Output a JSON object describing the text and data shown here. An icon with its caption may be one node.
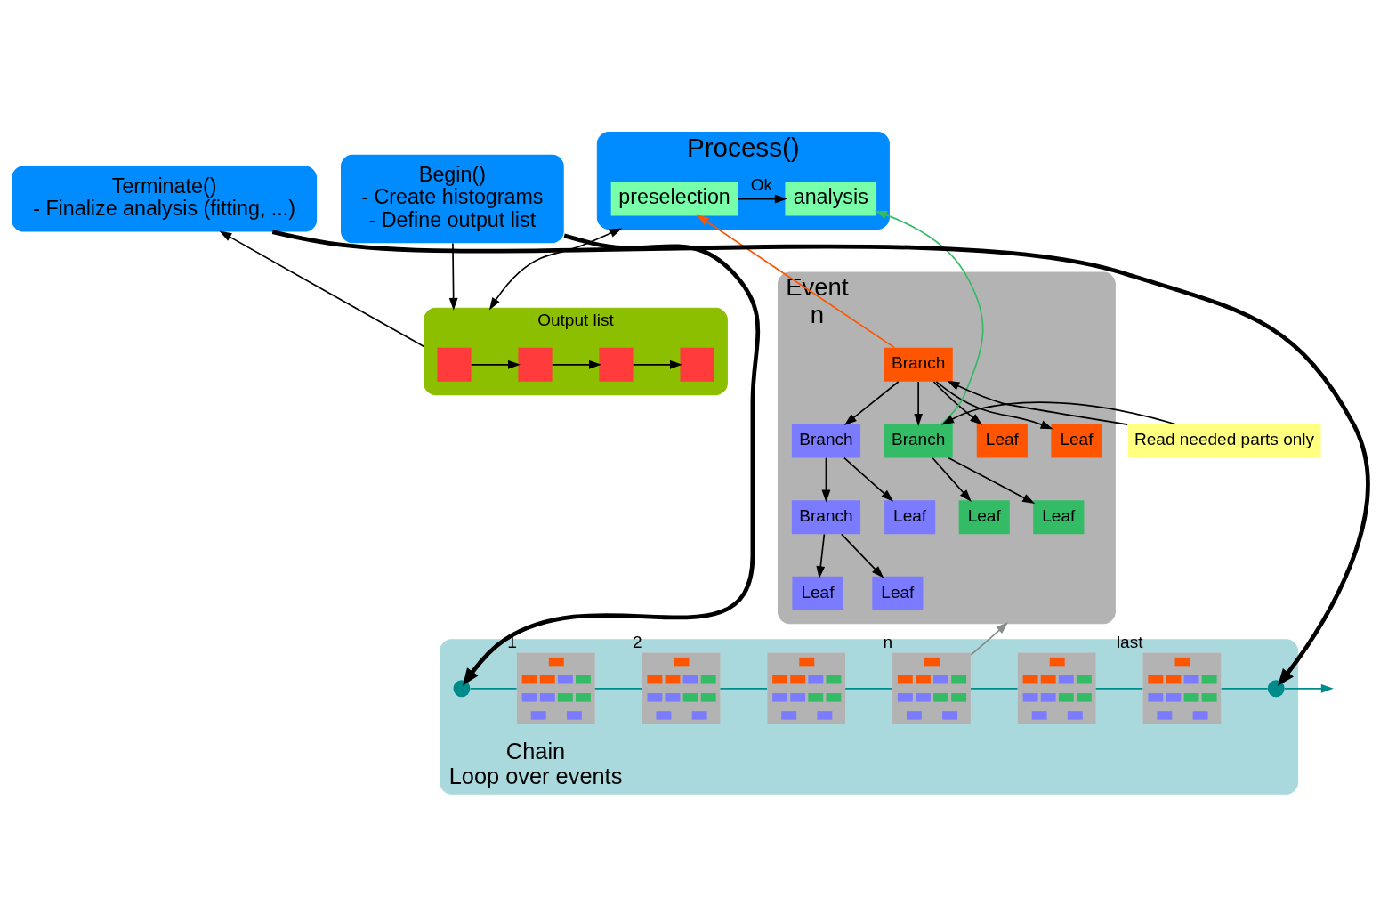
{
  "diagram": {
    "nodes": [
      {
        "text": [
          "Output list"
        ]
      },
      {
        "text": [],
        "shape": "box",
        "in": 0
      },
      {
        "text": [],
        "shape": "box",
        "in": 0
      },
      {
        "text": [],
        "shape": "box",
        "in": 0
      },
      {
        "text": [],
        "shape": "box",
        "in": 0
      },
      {
        "text": [
          "Begin()",
          "- Create histograms",
          "- Define output list"
        ]
      },
      {
        "text": [
          "Process()"
        ]
      },
      {
        "text": [
          "preselection"
        ],
        "in": 6
      },
      {
        "text": [
          "analysis"
        ],
        "in": 6
      },
      {
        "text": [
          "Terminate()",
          "- Finalize analysis (fitting, ...)"
        ]
      },
      {
        "text": [
          "Event",
          "n"
        ]
      },
      {
        "text": [
          "Branch"
        ],
        "in": 10
      },
      {
        "text": [
          "Leaf"
        ],
        "in": 10
      },
      {
        "text": [
          "Leaf"
        ],
        "in": 10
      },
      {
        "text": [
          "Branch"
        ],
        "in": 10
      },
      {
        "text": [
          "Branch"
        ],
        "in": 10
      },
      {
        "text": [
          "Branch"
        ],
        "in": 10
      },
      {
        "text": [
          "Leaf"
        ],
        "in": 10
      },
      {
        "text": [
          "Leaf"
        ],
        "in": 10
      },
      {
        "text": [
          "Leaf"
        ],
        "in": 10
      },
      {
        "text": [
          "Leaf"
        ],
        "in": 10
      },
      {
        "text": [
          "Leaf"
        ],
        "in": 10
      },
      {
        "text": [
          "Read needed parts only"
        ]
      },
      {
        "text": [
          "Chain",
          "Loop over events"
        ]
      },
      {
        "text": [],
        "shape": "circle",
        "in": 23
      },
      {
        "text": [],
        "shape": "picture",
        "in": 23,
        "beside": [
          "1"
        ]
      },
      {
        "text": [],
        "shape": "picture",
        "in": 23,
        "beside": [
          "2"
        ]
      },
      {
        "text": [],
        "shape": "picture",
        "in": 23
      },
      {
        "text": [],
        "shape": "picture",
        "in": 23,
        "beside": [
          "n"
        ]
      },
      {
        "text": [],
        "shape": "picture",
        "in": 23
      },
      {
        "text": [],
        "shape": "picture",
        "in": 23,
        "beside": [
          "last"
        ]
      },
      {
        "text": [],
        "shape": "circle",
        "in": 23
      }
    ],
    "edges": [
      {
        "from": 1,
        "to": 2,
        "arrow": "to"
      },
      {
        "from": 2,
        "to": 3,
        "arrow": "to"
      },
      {
        "from": 3,
        "to": 4,
        "arrow": "to"
      },
      {
        "from": 5,
        "to": 0,
        "arrow": "to"
      },
      {
        "from": 0,
        "to": 9,
        "arrow": "to"
      },
      {
        "from": 0,
        "to": 6,
        "arrow": "both"
      },
      {
        "from": 7,
        "to": 8,
        "label": "Ok",
        "arrow": "to"
      },
      {
        "from": 11,
        "to": 7,
        "arrow": "to",
        "color": "#ff5500"
      },
      {
        "from": 15,
        "to": 8,
        "arrow": "to",
        "color": "#33bb66"
      },
      {
        "from": 22,
        "to": 11,
        "arrow": "to"
      },
      {
        "from": 22,
        "to": 15,
        "arrow": "to"
      },
      {
        "from": 11,
        "to": 12,
        "arrow": "to"
      },
      {
        "from": 11,
        "to": 13,
        "arrow": "to"
      },
      {
        "from": 11,
        "to": 14,
        "arrow": "to"
      },
      {
        "from": 11,
        "to": 15,
        "arrow": "to"
      },
      {
        "from": 14,
        "to": 16,
        "arrow": "to"
      },
      {
        "from": 14,
        "to": 17,
        "arrow": "to"
      },
      {
        "from": 15,
        "to": 18,
        "arrow": "to"
      },
      {
        "from": 15,
        "to": 19,
        "arrow": "to"
      },
      {
        "from": 16,
        "to": 20,
        "arrow": "to"
      },
      {
        "from": 16,
        "to": 21,
        "arrow": "to"
      },
      {
        "from": 28,
        "to": 10,
        "arrow": "to",
        "color": "#888c8c"
      },
      {
        "from": 5,
        "to": 24,
        "arrow": "to",
        "style": "thick"
      },
      {
        "from": 9,
        "to": 31,
        "arrow": "to",
        "style": "thick"
      },
      {
        "from": 24,
        "to": 25,
        "arrow": "none",
        "color": "#008b8b"
      },
      {
        "from": 25,
        "to": 26,
        "arrow": "none",
        "color": "#008b8b"
      },
      {
        "from": 26,
        "to": 27,
        "arrow": "none",
        "color": "#008b8b"
      },
      {
        "from": 27,
        "to": 28,
        "arrow": "none",
        "color": "#008b8b"
      },
      {
        "from": 28,
        "to": 29,
        "arrow": "none",
        "color": "#008b8b"
      },
      {
        "from": 29,
        "to": 30,
        "arrow": "none",
        "color": "#008b8b"
      },
      {
        "from": 30,
        "to": 31,
        "arrow": "none",
        "color": "#008b8b"
      },
      {
        "from": 31,
        "to": null,
        "arrow": "to",
        "color": "#008b8b"
      }
    ]
  }
}
